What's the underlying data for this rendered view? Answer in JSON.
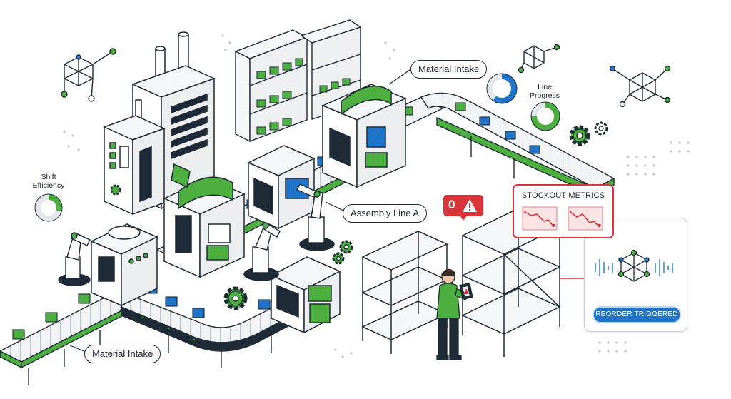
{
  "labels": {
    "material_intake_top": "Material Intake",
    "material_intake_bottom": "Material Intake",
    "assembly_line": "Assembly Line A",
    "line_progress": "Line Progress",
    "shift_efficiency": "Shift Efficiency",
    "stockout_metrics": "STOCKOUT METRICS",
    "reorder_triggered": "REORDER TRIGGERED",
    "alert_count": "0"
  },
  "gauges": {
    "line_progress_fraction": 0.75,
    "shift_efficiency_fraction": 0.3,
    "top_donut_fraction": 0.6
  },
  "colors": {
    "accent_green": "#4caf3f",
    "accent_blue": "#1f74c9",
    "alert_red": "#d9343a",
    "outline": "#1f2a37",
    "light_gray": "#e9ecef"
  }
}
